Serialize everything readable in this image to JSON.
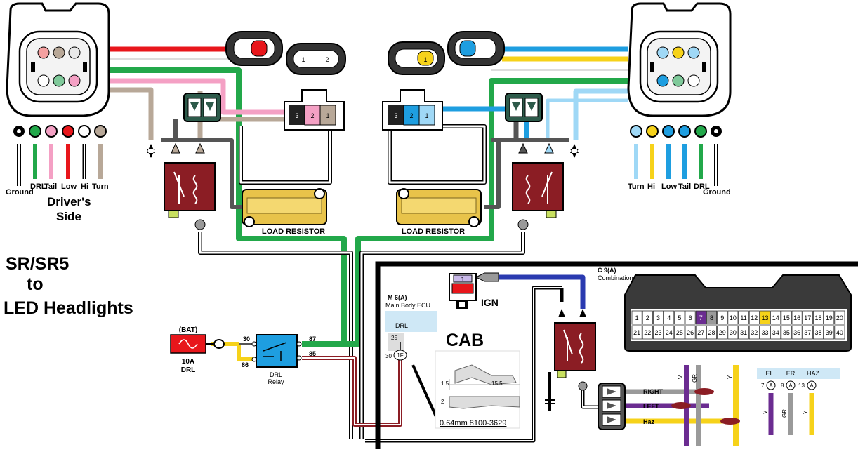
{
  "title_lines": [
    "SR/SR5",
    "to",
    "LED Headlights"
  ],
  "driver_side_lines": [
    "Driver's",
    "Side"
  ],
  "left_legend": [
    "Ground",
    "DRL",
    "Tail",
    "Low",
    "Hi",
    "Turn"
  ],
  "right_legend": [
    "Turn",
    "Hi",
    "Low",
    "Tail",
    "DRL",
    "Ground"
  ],
  "load_resistor_label": "LOAD RESISTOR",
  "left_plug_pins": [
    "3",
    "2",
    "1"
  ],
  "right_plug_pins": [
    "3",
    "2",
    "1"
  ],
  "small_conn_pins": [
    "1",
    "2"
  ],
  "bat_label": "(BAT)",
  "fuse_label_lines": [
    "10A",
    "DRL"
  ],
  "relay_label_lines": [
    "DRL",
    "Relay"
  ],
  "relay_pins": {
    "p30": "30",
    "p86": "86",
    "p87": "87",
    "p85": "85"
  },
  "ecu": {
    "code": "M 6(A)",
    "name": "Main Body ECU",
    "drl": "DRL",
    "pin25": "25",
    "pin30": "30",
    "pin_id": "1F"
  },
  "cab_label": "CAB",
  "ign": {
    "pin": "1",
    "label": "IGN"
  },
  "terminal": {
    "dim1": "1.5",
    "dim2": "15.5",
    "dim3": "2",
    "part": "0.64mm 8100-3629"
  },
  "meter": {
    "code": "C 9(A)",
    "name": "Combination Meter",
    "row1": [
      "1",
      "2",
      "3",
      "4",
      "5",
      "6",
      "7",
      "8",
      "9",
      "10",
      "11",
      "12",
      "13",
      "14",
      "15",
      "16",
      "17",
      "18",
      "19",
      "20"
    ],
    "row2": [
      "21",
      "22",
      "23",
      "24",
      "25",
      "26",
      "27",
      "28",
      "29",
      "30",
      "31",
      "32",
      "33",
      "34",
      "35",
      "36",
      "37",
      "38",
      "39",
      "40"
    ]
  },
  "signal_labels": {
    "right": "RIGHT",
    "left": "LEFT",
    "haz": "Haz"
  },
  "wire_codes": {
    "v": "V",
    "gr": "GR",
    "y": "Y"
  },
  "indicator": {
    "el": "EL",
    "er": "ER",
    "haz": "HAZ",
    "pin7": "7",
    "pin8": "8",
    "pin13": "13",
    "a": "A"
  },
  "colors": {
    "red": "#e8161b",
    "green": "#22a84a",
    "pink": "#f4a0c4",
    "tan": "#b8a898",
    "blue": "#1e9ee0",
    "lightblue": "#9fd8f6",
    "yellow": "#f6d21a",
    "purple": "#6b2c91",
    "gray": "#9a9a9a",
    "darkred": "#8b1d24"
  }
}
